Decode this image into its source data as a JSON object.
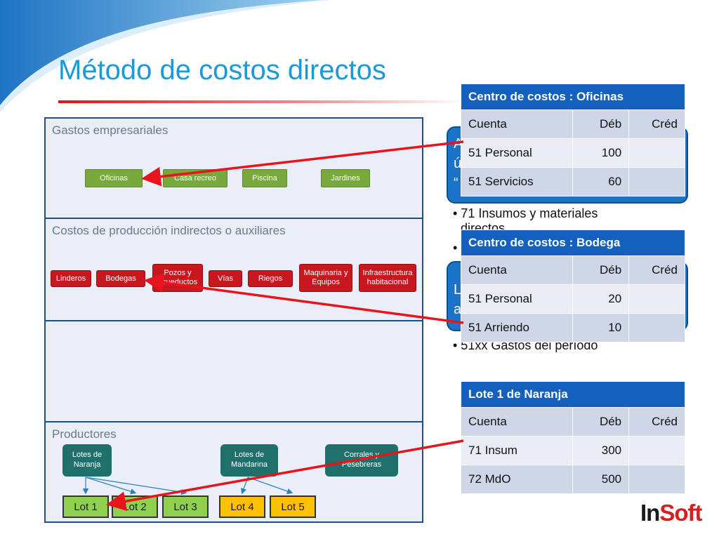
{
  "slide": {
    "title": "Método de costos directos",
    "colors": {
      "accent_blue": "#1a9ad6",
      "arrow_red": "#e8141b",
      "header_blue": "#1560bd"
    }
  },
  "panels": {
    "gastos": {
      "label": "Gastos empresariales",
      "buttons": [
        "Oficinas",
        "Casa recreo",
        "Piscina",
        "Jardines"
      ]
    },
    "indirectos": {
      "label": "Costos de producción indirectos o auxiliares",
      "buttons": [
        "Linderos",
        "Bodegas",
        "Pozos y acueductos",
        "Vías",
        "Riegos",
        "Maquinaria y Equipos",
        "Infraestructura habitacional"
      ]
    },
    "productores": {
      "label": "Productores",
      "groups": [
        "Lotes de Naranja",
        "Lotes de Mandarina",
        "Corrales y Pesebreras"
      ],
      "lots": [
        "Lot 1",
        "Lot 2",
        "Lot 3",
        "Lot 4",
        "Lot 5"
      ]
    }
  },
  "background_text": {
    "box1_lines": [
      "A",
      "ú",
      "“"
    ],
    "bullets": [
      "• 71 Insumos y materiales",
      "directos",
      "•",
      "• 51xx  Gastos del período"
    ],
    "box2_lines": [
      "L",
      "a"
    ]
  },
  "tables": [
    {
      "title": "Centro de costos : Oficinas",
      "headers": [
        "Cuenta",
        "Déb",
        "Créd"
      ],
      "rows": [
        [
          "51 Personal",
          "100",
          ""
        ],
        [
          "51 Servicios",
          "60",
          ""
        ]
      ]
    },
    {
      "title": "Centro de costos : Bodega",
      "headers": [
        "Cuenta",
        "Déb",
        "Créd"
      ],
      "rows": [
        [
          "51 Personal",
          "20",
          ""
        ],
        [
          "51 Arriendo",
          "10",
          ""
        ]
      ]
    },
    {
      "title": "Lote 1 de Naranja",
      "headers": [
        "Cuenta",
        "Déb",
        "Créd"
      ],
      "rows": [
        [
          "71 Insum",
          "300",
          ""
        ],
        [
          "72 MdO",
          "500",
          ""
        ]
      ]
    }
  ],
  "logo": {
    "part1": "In",
    "part2": "Soft"
  }
}
